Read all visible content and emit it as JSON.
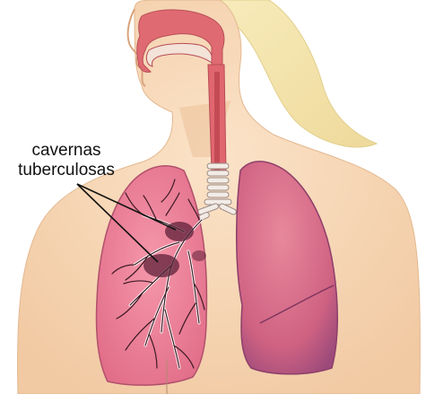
{
  "annotation": {
    "line1": "cavernas",
    "line2": "tuberculosas"
  },
  "colors": {
    "skin": "#f6d7b6",
    "skin_shadow": "#e9bd96",
    "hair": "#f4e4a6",
    "trachea": "#e8737a",
    "lung_left": "#ef7f95",
    "lung_right": "#d6687f",
    "lung_right_shadow": "#a04c78",
    "bronchi": "#4a1e2a",
    "cavity": "#6b2340"
  },
  "icons": {
    "pointer": "label-pointer-lines"
  }
}
